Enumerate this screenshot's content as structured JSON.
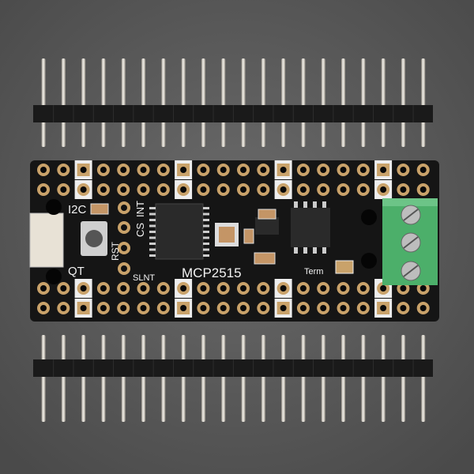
{
  "board": {
    "labels": {
      "i2c": "I2C",
      "qt": "QT",
      "rst": "RST",
      "cs": "CS",
      "int": "INT",
      "slnt": "SLNT",
      "title": "MCP2515",
      "term": "Term"
    },
    "pin_columns": 20,
    "colors": {
      "background": "#5a5a5a",
      "pcb": "#151515",
      "gold": "#c9a26a",
      "terminal_block": "#4caf6a",
      "header_plastic": "#1a1a1a",
      "pin_metal": "#d8d4cc"
    }
  }
}
